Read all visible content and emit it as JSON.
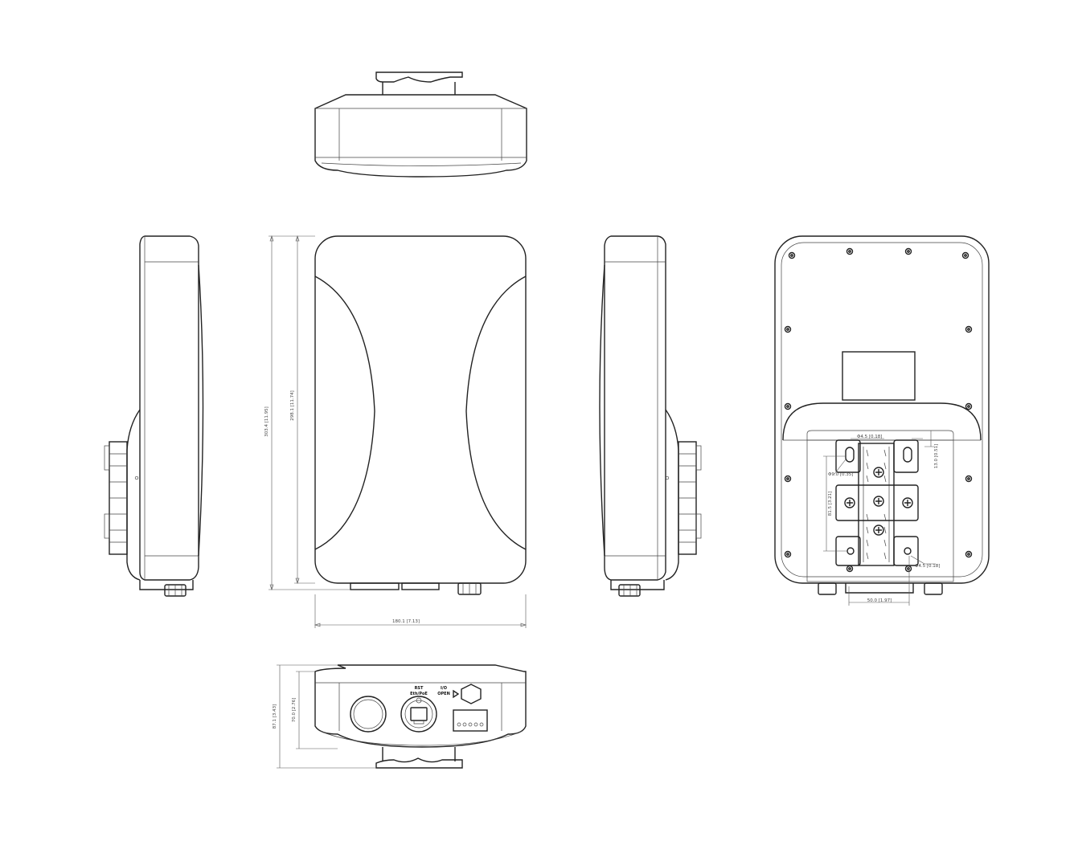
{
  "dimensions": {
    "overall_height": "303.4 [11.95]",
    "body_height": "298.1 [11.74]",
    "width": "180.1 [7.13]",
    "depth_total": "87.1 [3.43]",
    "depth_body": "70.0 [2.76]",
    "hole_top": "Φ4.5 [0.18]",
    "hole_slot": "Φ9.0 [0.35]",
    "hole_bottom": "Φ4.5 [0.18]",
    "vertical_spacing": "81.5 [3.21]",
    "top_offset": "13.0 [0.51]",
    "horizontal_spacing": "50.0 [1.97]"
  },
  "port_labels": {
    "rst": "RST",
    "eth": "Eth/PoE",
    "io": "I/O",
    "open": "OPEN"
  }
}
